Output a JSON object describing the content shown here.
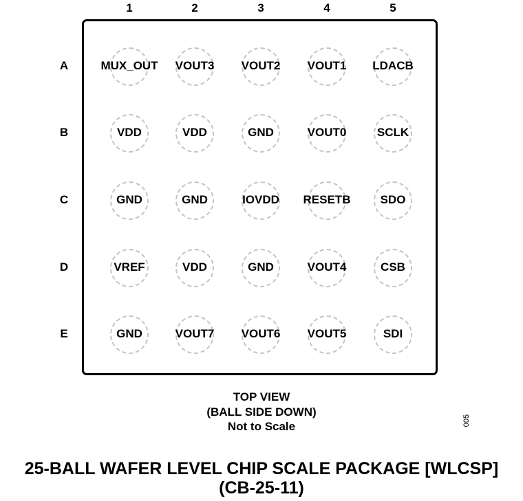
{
  "columns": [
    "1",
    "2",
    "3",
    "4",
    "5"
  ],
  "rows": [
    "A",
    "B",
    "C",
    "D",
    "E"
  ],
  "pins": [
    [
      "MUX_OUT",
      "VOUT3",
      "VOUT2",
      "VOUT1",
      "LDACB"
    ],
    [
      "VDD",
      "VDD",
      "GND",
      "VOUT0",
      "SCLK"
    ],
    [
      "GND",
      "GND",
      "IOVDD",
      "RESETB",
      "SDO"
    ],
    [
      "VREF",
      "VDD",
      "GND",
      "VOUT4",
      "CSB"
    ],
    [
      "GND",
      "VOUT7",
      "VOUT6",
      "VOUT5",
      "SDI"
    ]
  ],
  "view_caption": {
    "line1": "TOP VIEW",
    "line2": "(BALL SIDE DOWN)",
    "line3": "Not to Scale"
  },
  "figure_number": "005",
  "package_title": {
    "line1": "25-BALL WAFER LEVEL CHIP SCALE PACKAGE [WLCSP]",
    "line2": "(CB-25-11)"
  }
}
